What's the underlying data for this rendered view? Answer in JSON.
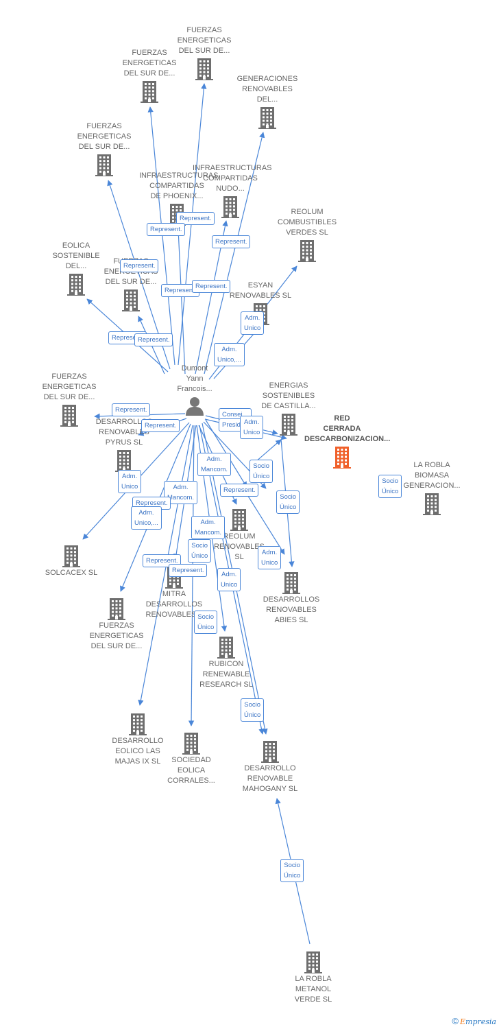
{
  "colors": {
    "edge": "#4a86d8",
    "building": "#6e6e6e",
    "focus_building": "#f0602a",
    "person": "#777777"
  },
  "person": {
    "label": "Dumont\nYann\nFrancois..."
  },
  "focus": {
    "label": "RED\nCERRADA\nDESCARBONIZACION..."
  },
  "nodes": [
    {
      "id": "n1",
      "label": "FUERZAS\nENERGETICAS\nDEL SUR DE..."
    },
    {
      "id": "n2",
      "label": "FUERZAS\nENERGETICAS\nDEL SUR DE..."
    },
    {
      "id": "n3",
      "label": "GENERACIONES\nRENOVABLES\nDEL..."
    },
    {
      "id": "n4",
      "label": "FUERZAS\nENERGETICAS\nDEL SUR DE..."
    },
    {
      "id": "n5",
      "label": "INFRAESTRUCTURAS\nCOMPARTIDAS\nDE PHOENIX..."
    },
    {
      "id": "n6",
      "label": "INFRAESTRUCTURAS\nCOMPARTIDAS\nNUDO..."
    },
    {
      "id": "n7",
      "label": "REOLUM\nCOMBUSTIBLES\nVERDES  SL"
    },
    {
      "id": "n8",
      "label": "EOLICA\nSOSTENIBLE\nDEL..."
    },
    {
      "id": "n9",
      "label": "FUERZAS\nENERGETICAS\nDEL SUR DE..."
    },
    {
      "id": "n10",
      "label": "ESYAN\nRENOVABLES SL"
    },
    {
      "id": "n11",
      "label": "FUERZAS\nENERGETICAS\nDEL SUR DE..."
    },
    {
      "id": "n12",
      "label": "DESARROLLOS\nRENOVABLES\nPYRUS  SL"
    },
    {
      "id": "n13",
      "label": "ENERGIAS\nSOSTENIBLES\nDE CASTILLA..."
    },
    {
      "id": "n14",
      "label": "LA ROBLA\nBIOMASA\nGENERACION..."
    },
    {
      "id": "n15",
      "label": "SOLCACEX  SL"
    },
    {
      "id": "n16",
      "label": "REOLUM\nRENOVABLES\nSL"
    },
    {
      "id": "n17",
      "label": "DESARROLLOS\nRENOVABLES\nABIES  SL"
    },
    {
      "id": "n18",
      "label": "MITRA\nDESARROLLOS\nRENOVABLES..."
    },
    {
      "id": "n19",
      "label": "FUERZAS\nENERGETICAS\nDEL SUR DE..."
    },
    {
      "id": "n20",
      "label": "RUBICON\nRENEWABLE\nRESEARCH  SL"
    },
    {
      "id": "n21",
      "label": "DESARROLLO\nEOLICO LAS\nMAJAS IX  SL"
    },
    {
      "id": "n22",
      "label": "SOCIEDAD\nEOLICA\nCORRALES..."
    },
    {
      "id": "n23",
      "label": "DESARROLLO\nRENOVABLE\nMAHOGANY  SL"
    },
    {
      "id": "n24",
      "label": "LA ROBLA\nMETANOL\nVERDE  SL"
    }
  ],
  "relations": [
    {
      "id": "r1",
      "label": "Represent."
    },
    {
      "id": "r2",
      "label": "Represent."
    },
    {
      "id": "r3",
      "label": "Represent."
    },
    {
      "id": "r4",
      "label": "Represent."
    },
    {
      "id": "r5",
      "label": "Represent."
    },
    {
      "id": "r6",
      "label": "Represent."
    },
    {
      "id": "r7",
      "label": "Represent."
    },
    {
      "id": "r8",
      "label": "Represent."
    },
    {
      "id": "r9",
      "label": "Adm.\nUnico"
    },
    {
      "id": "r10",
      "label": "Adm.\nUnico,..."
    },
    {
      "id": "r11",
      "label": "Represent."
    },
    {
      "id": "r12",
      "label": "Represent."
    },
    {
      "id": "r13",
      "label": "Consej..."
    },
    {
      "id": "r14",
      "label": "Presid..."
    },
    {
      "id": "r15",
      "label": "Adm.\nUnico"
    },
    {
      "id": "r16",
      "label": "Adm.\nMancom."
    },
    {
      "id": "r17",
      "label": "Socio\nÚnico"
    },
    {
      "id": "r18",
      "label": "Socio\nÚnico"
    },
    {
      "id": "r19",
      "label": "Adm.\nUnico"
    },
    {
      "id": "r20",
      "label": "Represent."
    },
    {
      "id": "r21",
      "label": "Adm.\nMancom."
    },
    {
      "id": "r22",
      "label": "Represent."
    },
    {
      "id": "r23",
      "label": "Adm.\nUnico,..."
    },
    {
      "id": "r24",
      "label": "Socio\nÚnico"
    },
    {
      "id": "r25",
      "label": "Adm.\nMancom."
    },
    {
      "id": "r26",
      "label": "Socio\nÚnico"
    },
    {
      "id": "r27",
      "label": "Adm.\nUnico"
    },
    {
      "id": "r28",
      "label": "Represent."
    },
    {
      "id": "r29",
      "label": "Represent."
    },
    {
      "id": "r30",
      "label": "Adm.\nUnico"
    },
    {
      "id": "r31",
      "label": "Socio\nÚnico"
    },
    {
      "id": "r32",
      "label": "Socio\nÚnico"
    },
    {
      "id": "r33",
      "label": "Socio\nÚnico"
    }
  ],
  "footer": {
    "copyright": "©",
    "brand_first": "E",
    "brand_rest": "mpresia"
  }
}
